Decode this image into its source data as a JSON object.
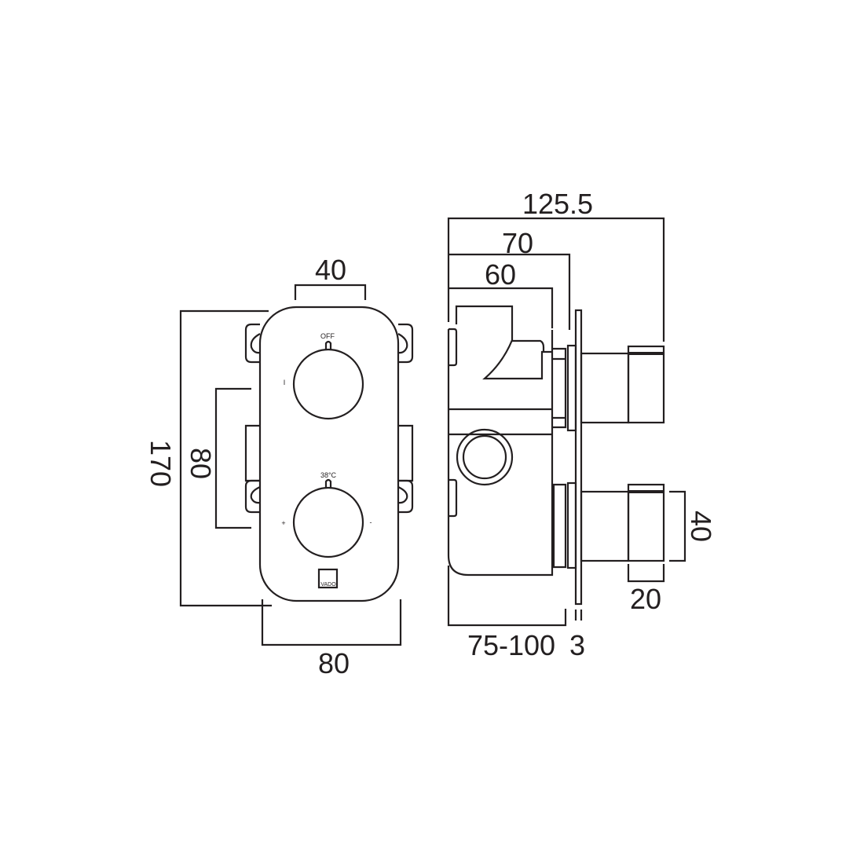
{
  "front_view": {
    "knob_top_label": "OFF",
    "knob_top_side_mark": "I",
    "knob_bottom_label": "38°C",
    "knob_bottom_left_mark": "+",
    "knob_bottom_right_mark": "-",
    "logo": "VADO",
    "dimensions": {
      "knob_spacing_width": "40",
      "height": "170",
      "knob_centre_distance": "80",
      "width": "80"
    }
  },
  "side_view": {
    "dimensions": {
      "overall_depth": "125.5",
      "depth_70": "70",
      "depth_60": "60",
      "wall_depth": "75-100",
      "plate_thickness": "3",
      "knob_diameter": "40",
      "knob_cap_depth": "20"
    }
  }
}
